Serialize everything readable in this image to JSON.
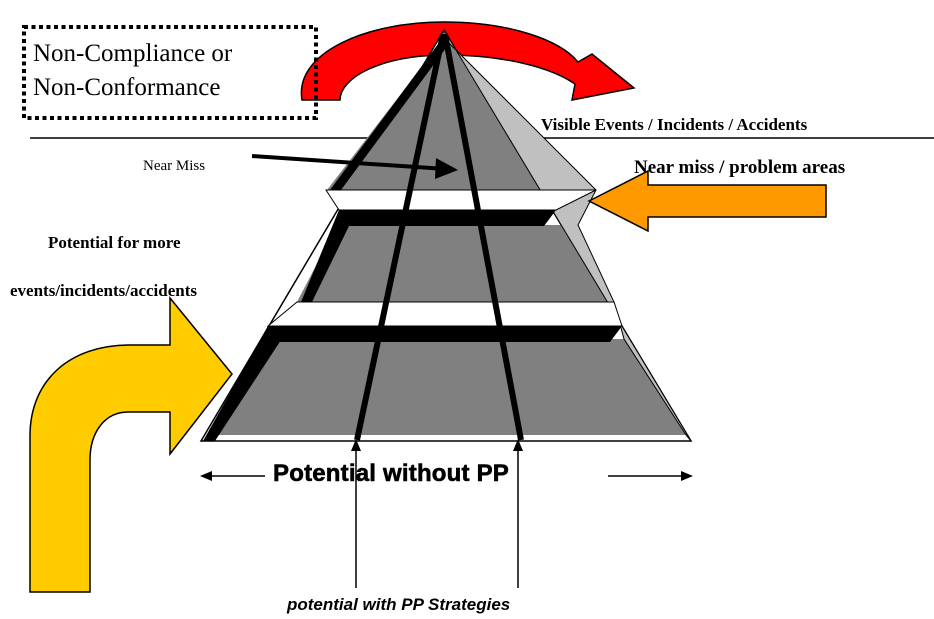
{
  "diagram": {
    "noncompliance_line1": "Non-Compliance or",
    "noncompliance_line2": "Non-Conformance",
    "visible_events": "Visible Events / Incidents / Accidents",
    "near_miss": "Near Miss",
    "problem_areas": "Near miss / problem areas",
    "potential_more_line1": "Potential for more",
    "potential_more_line2": "events/incidents/accidents",
    "potential_without": "Potential without PP",
    "potential_with": "potential with PP Strategies"
  },
  "colors": {
    "red_arrow": "#ff0000",
    "orange_arrow": "#ff9900",
    "yellow_arrow": "#ffcc00",
    "pyramid_band": "#808080",
    "pyramid_highlight": "#c0c0c0"
  }
}
